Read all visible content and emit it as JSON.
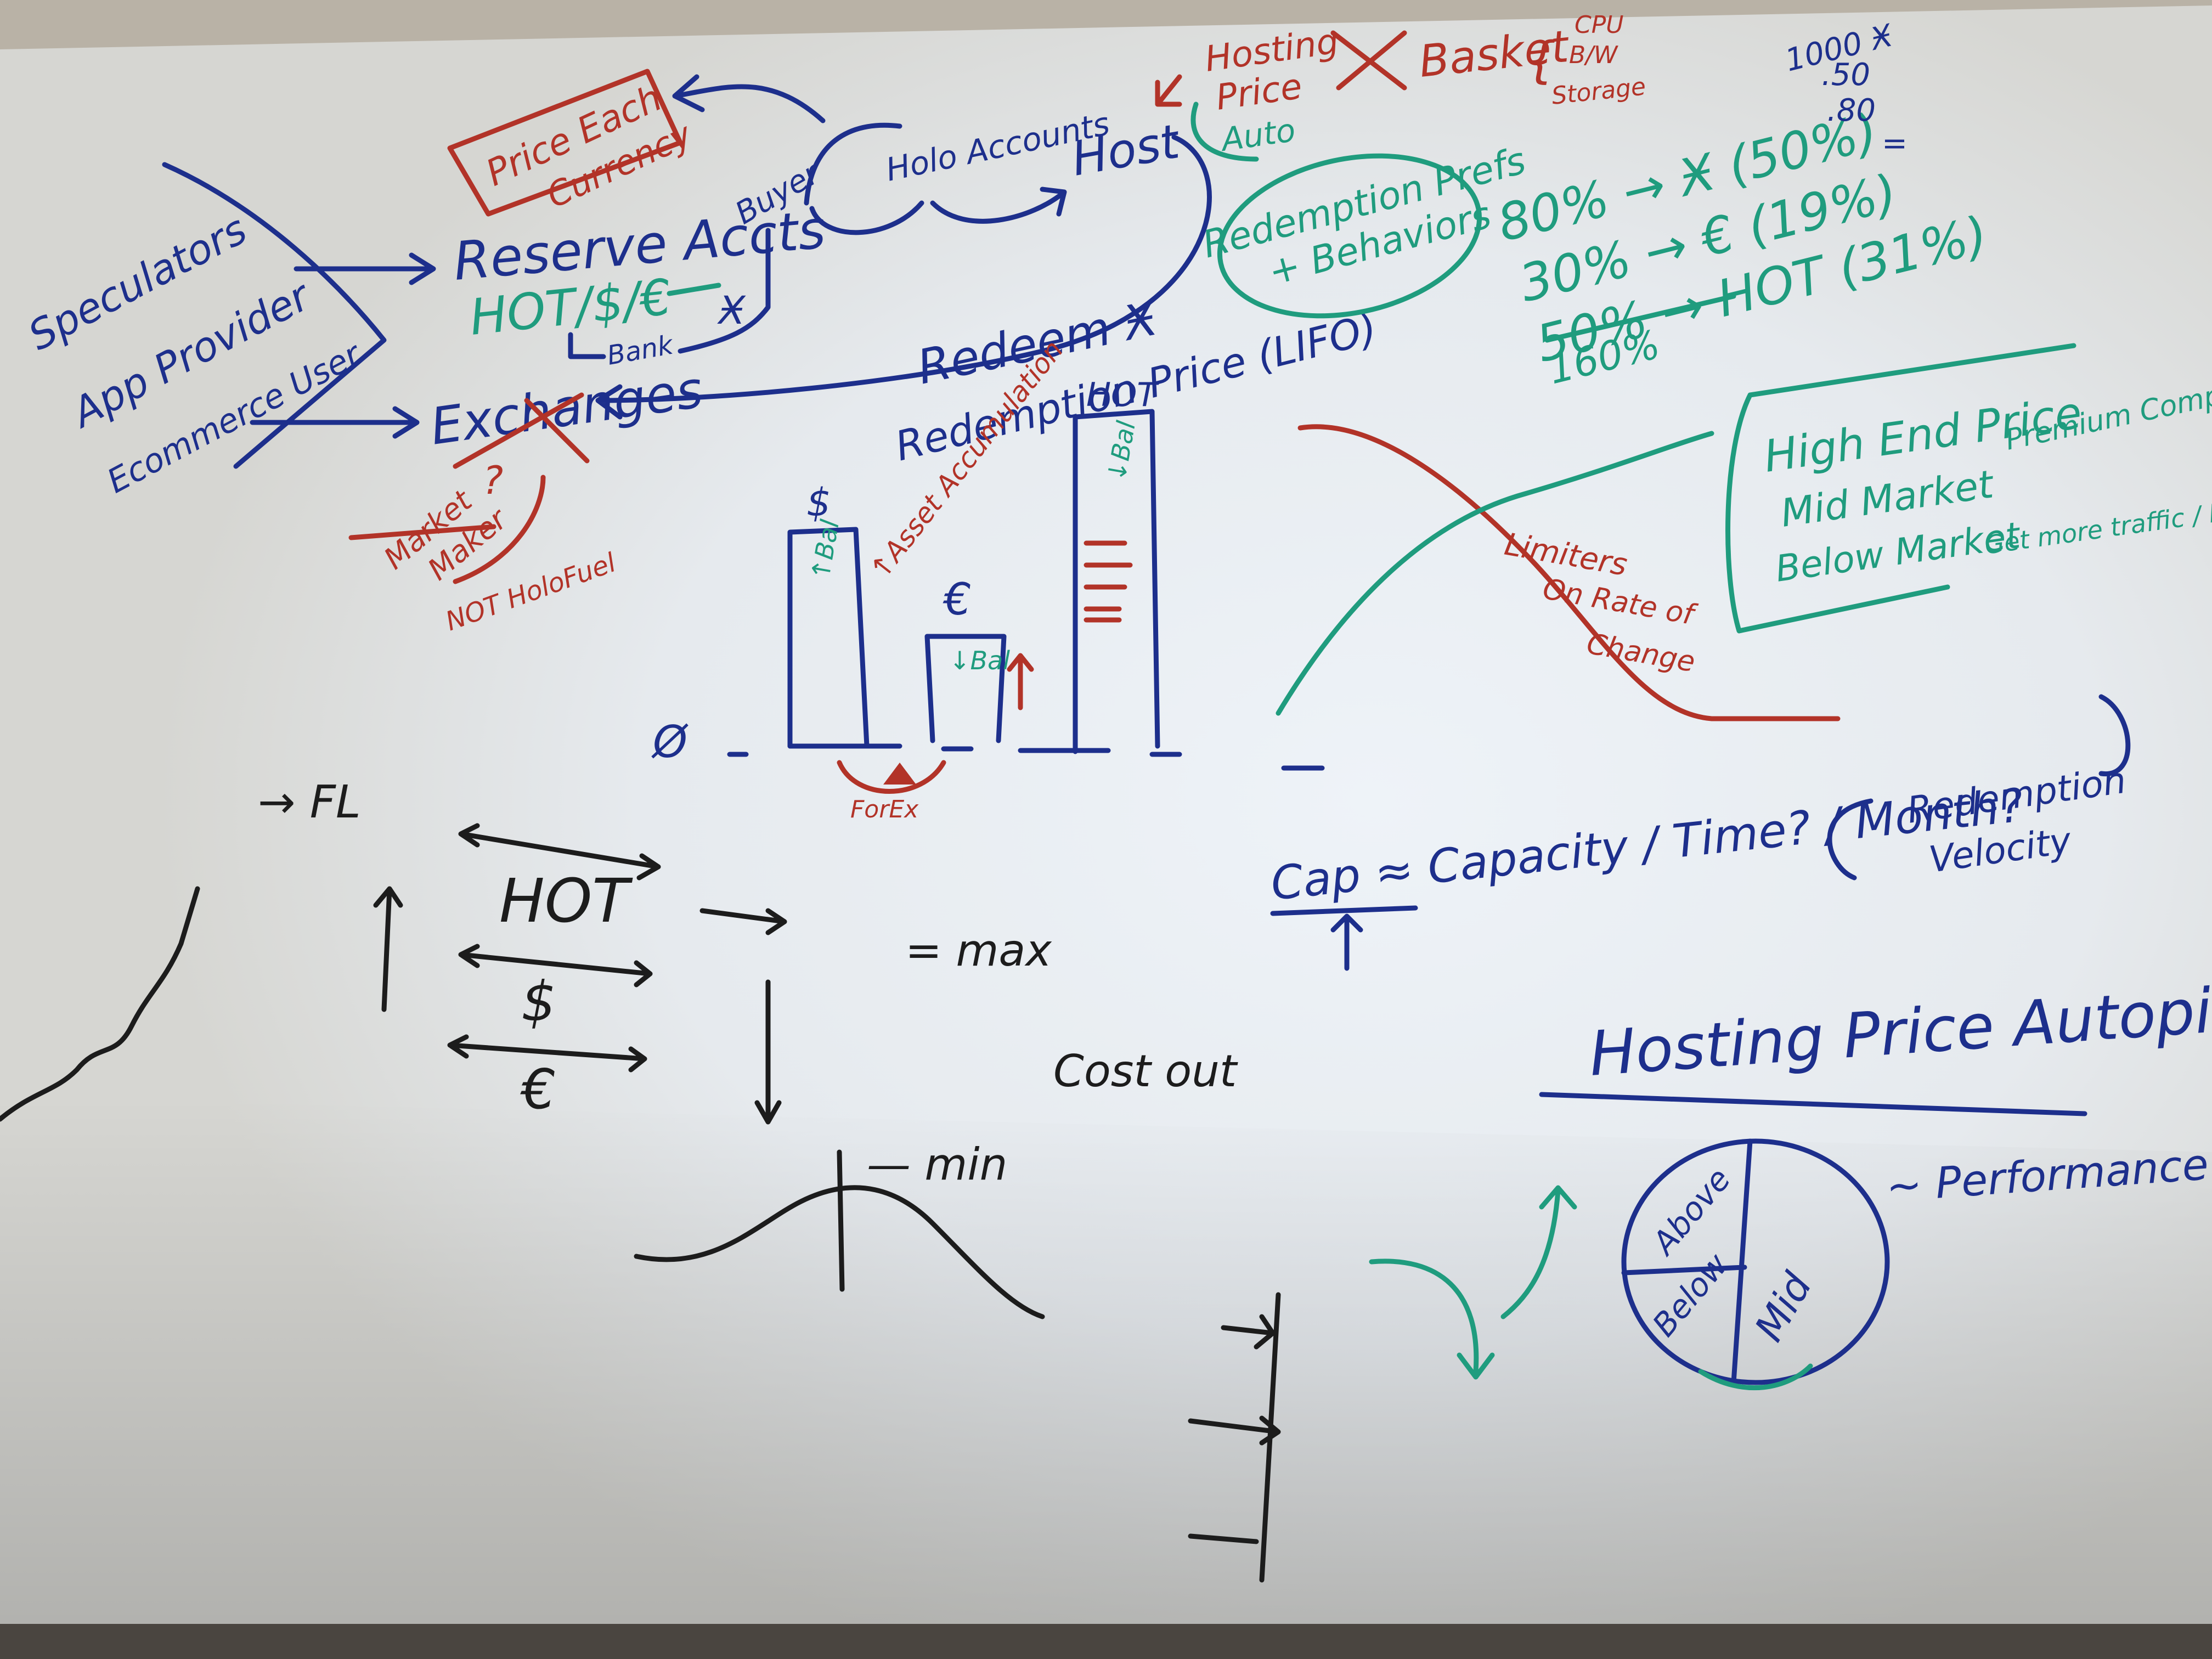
{
  "board": {
    "left_list": [
      "Speculators",
      "App Provider",
      "Ecommerce User"
    ],
    "price_box": [
      "Price Each",
      "Currency"
    ],
    "reserve_accts": "Reserve Accts",
    "reserve_currencies": "HOT/$/€",
    "bank": "Bank",
    "exchanges": "Exchanges",
    "market_maker": [
      "Market",
      "Maker"
    ],
    "not_holofuel": "NOT HoloFuel",
    "buyer": "Buyer",
    "holo_accounts": "Holo Accounts",
    "host": "Host",
    "redeem": "Redeem Ӿ",
    "redemption_price": "Redemption Price (LIFO)",
    "hosting_price": [
      "Hosting",
      "Price"
    ],
    "auto": "Auto",
    "basket": "Basket",
    "basket_items": [
      "CPU",
      "B/W",
      "Storage"
    ],
    "redemption_prefs": [
      "Redemption Prefs",
      "+ Behaviors"
    ],
    "allocation": [
      "80% → Ӿ (50%)",
      "30% → € (19%)",
      "50% → HOT (31%)",
      "160%"
    ],
    "weights": [
      "1000 Ӿ",
      ".50",
      ".80"
    ],
    "bars": {
      "dollar": "$",
      "euro": "€",
      "hot": "HOT",
      "zero": "Ø",
      "dollar_tag": "↑Bal",
      "euro_tag": "↓Bal",
      "hot_tag": "↓Bal",
      "asset_accumulation": "↑Asset Accumulation",
      "forex": "ForEx"
    },
    "tiers": [
      {
        "label": "High End Price",
        "note": "Premium Competition"
      },
      {
        "label": "Mid Market",
        "note": ""
      },
      {
        "label": "Below Market",
        "note": "Get more traffic / Bargains"
      }
    ],
    "limiters": [
      "Limiters",
      "On Rate of",
      "Change"
    ],
    "capacity": "Cap ≈ Capacity / Time? / Month?",
    "velocity": [
      "Redemption",
      "Velocity"
    ],
    "autopilot_title": "Hosting Price Autopilot",
    "wheel": [
      "Above",
      "Below",
      "Mid"
    ],
    "performance": "~ Performance",
    "lower": {
      "fl": "→ FL",
      "hot": "HOT",
      "dollar": "$",
      "euro": "€",
      "max": "= max",
      "cost_out": "Cost out",
      "min": "— min"
    }
  }
}
